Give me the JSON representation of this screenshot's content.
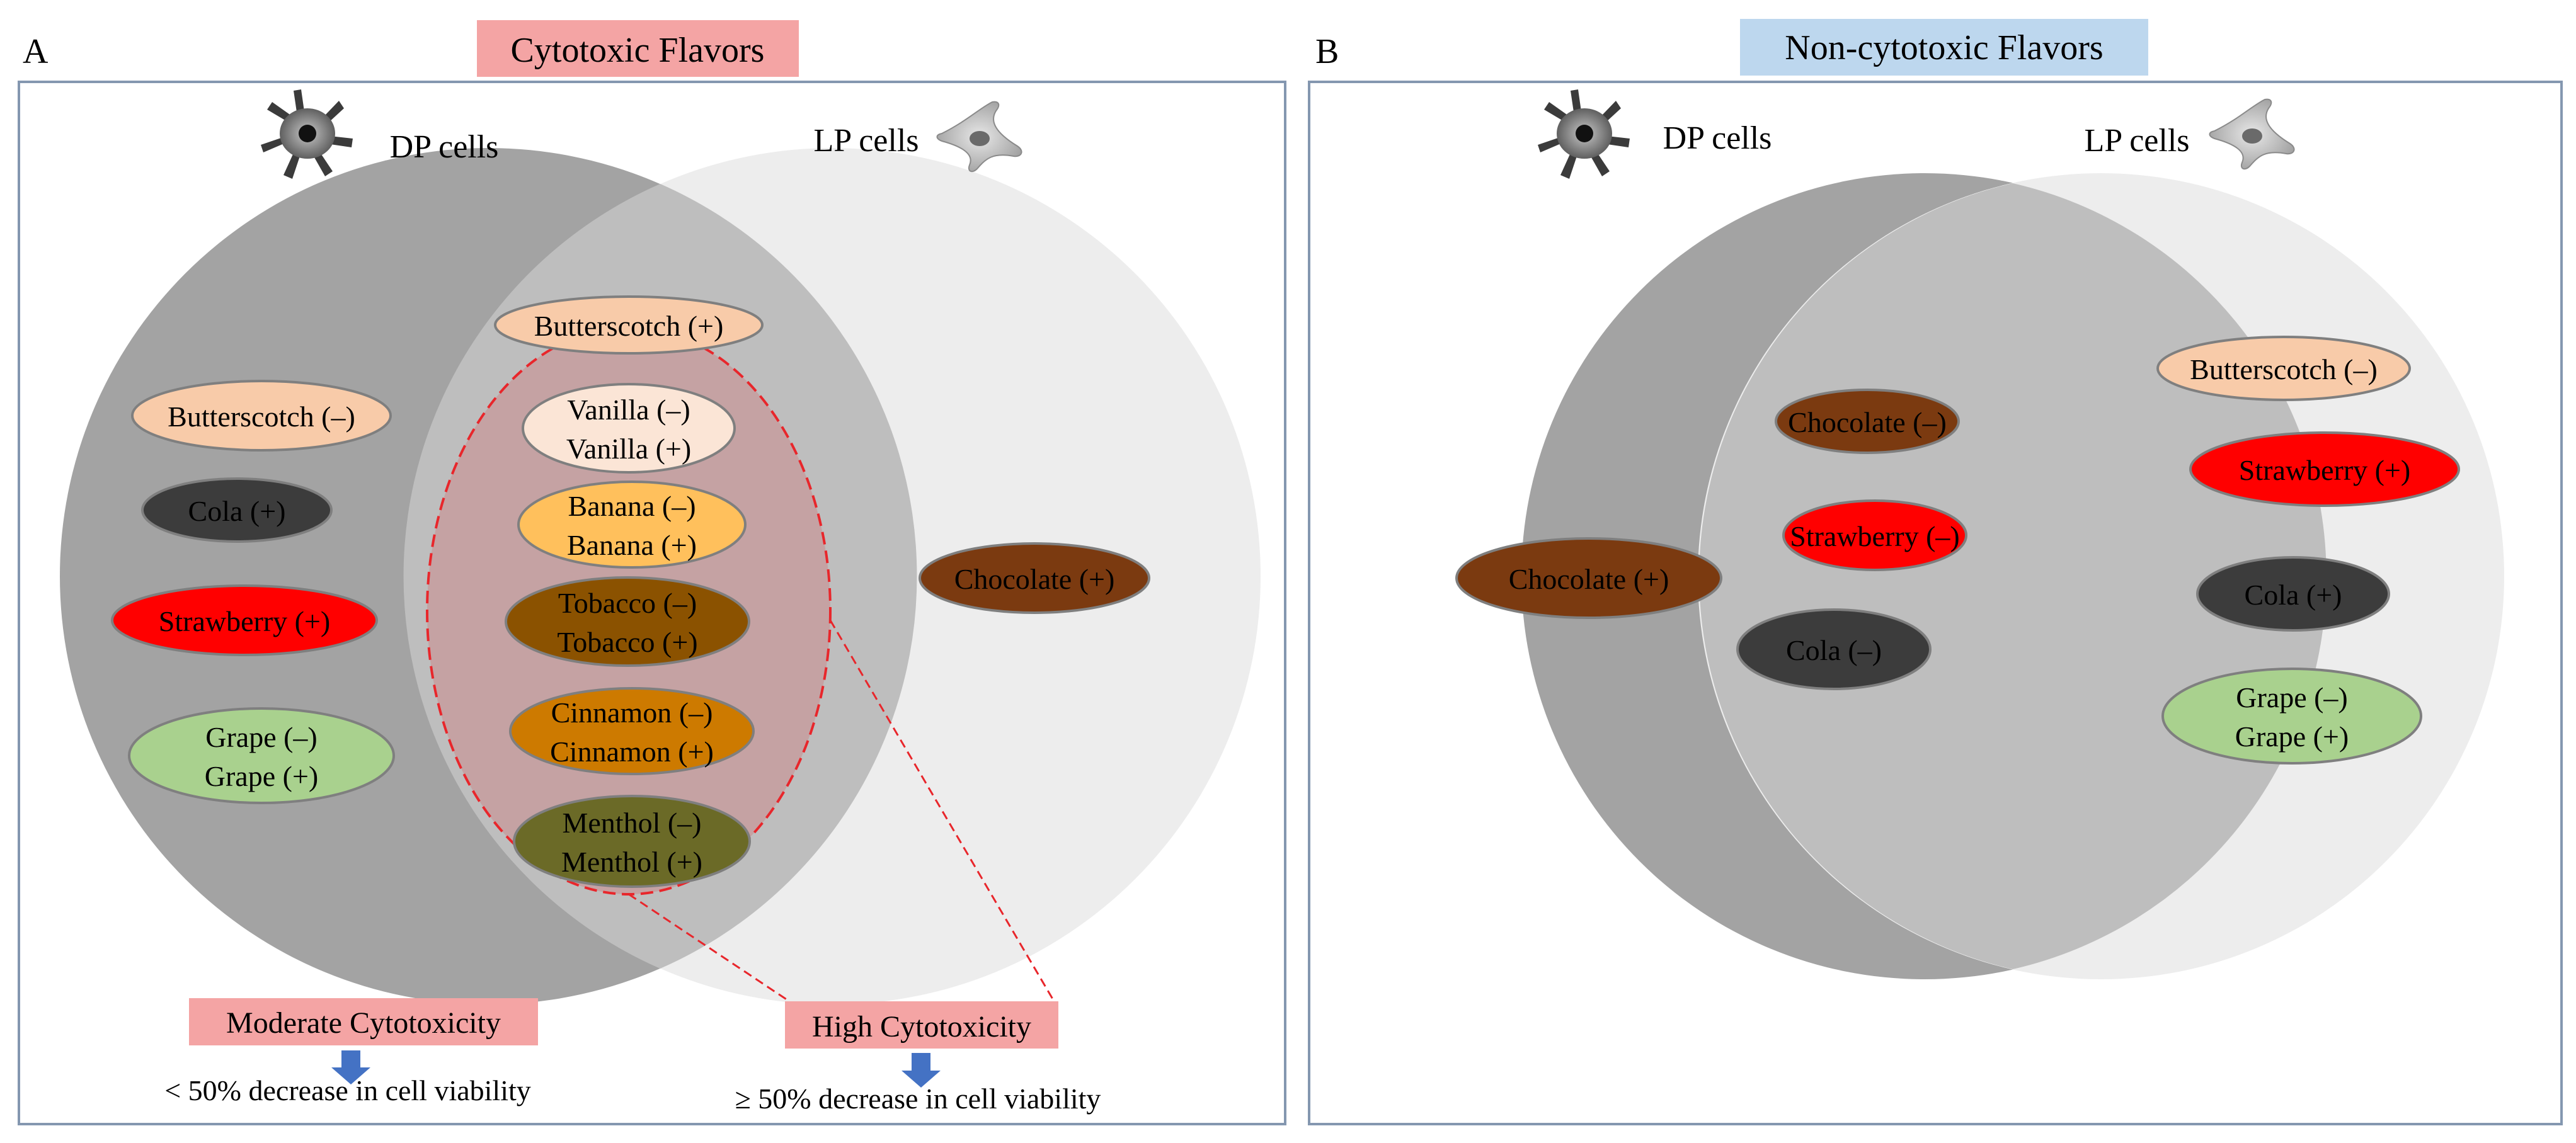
{
  "panel_a": {
    "letter": "A",
    "title": "Cytotoxic Flavors",
    "title_bg": "#f4a4a4",
    "dp_label": "DP cells",
    "lp_label": "LP cells",
    "dp_only": [
      {
        "lines": [
          "Butterscotch (–)"
        ],
        "fill": "#f8cba9",
        "text_color": "#000000"
      },
      {
        "lines": [
          "Cola (+)"
        ],
        "fill": "#3c3c3c",
        "text_color": "#000000"
      },
      {
        "lines": [
          "Strawberry (+)"
        ],
        "fill": "#ff0000",
        "text_color": "#000000"
      },
      {
        "lines": [
          "Grape (–)",
          "Grape (+)"
        ],
        "fill": "#a9d18e",
        "text_color": "#000000"
      }
    ],
    "overlap": [
      {
        "lines": [
          "Butterscotch (+)"
        ],
        "fill": "#f8cba9",
        "text_color": "#000000"
      },
      {
        "lines": [
          "Vanilla (–)",
          "Vanilla (+)"
        ],
        "fill": "#fbe5d6",
        "text_color": "#000000"
      },
      {
        "lines": [
          "Banana (–)",
          "Banana (+)"
        ],
        "fill": "#ffc05c",
        "text_color": "#000000"
      },
      {
        "lines": [
          "Tobacco (–)",
          "Tobacco (+)"
        ],
        "fill": "#8b5200",
        "text_color": "#000000"
      },
      {
        "lines": [
          "Cinnamon (–)",
          "Cinnamon (+)"
        ],
        "fill": "#cd7a00",
        "text_color": "#000000"
      },
      {
        "lines": [
          "Menthol (–)",
          "Menthol (+)"
        ],
        "fill": "#6b6a27",
        "text_color": "#000000"
      }
    ],
    "lp_only": [
      {
        "lines": [
          "Chocolate (+)"
        ],
        "fill": "#7b3a10",
        "text_color": "#000000"
      }
    ],
    "moderate_label": "Moderate Cytotoxicity",
    "moderate_desc": "< 50% decrease in cell viability",
    "high_label": "High Cytotoxicity",
    "high_desc": "≥ 50% decrease in cell viability",
    "highlight_color": "#e8262b"
  },
  "panel_b": {
    "letter": "B",
    "title": "Non-cytotoxic Flavors",
    "title_bg": "#bdd7ee",
    "dp_label": "DP cells",
    "lp_label": "LP cells",
    "dp_only": [
      {
        "lines": [
          "Chocolate (+)"
        ],
        "fill": "#7b3a10",
        "text_color": "#000000"
      }
    ],
    "overlap": [
      {
        "lines": [
          "Chocolate (–)"
        ],
        "fill": "#7b3a10",
        "text_color": "#000000"
      },
      {
        "lines": [
          "Strawberry (–)"
        ],
        "fill": "#ff0000",
        "text_color": "#000000"
      },
      {
        "lines": [
          "Cola (–)"
        ],
        "fill": "#3c3c3c",
        "text_color": "#000000"
      }
    ],
    "lp_only": [
      {
        "lines": [
          "Butterscotch (–)"
        ],
        "fill": "#f8cba9",
        "text_color": "#000000"
      },
      {
        "lines": [
          "Strawberry (+)"
        ],
        "fill": "#ff0000",
        "text_color": "#000000"
      },
      {
        "lines": [
          "Cola (+)"
        ],
        "fill": "#3c3c3c",
        "text_color": "#000000"
      },
      {
        "lines": [
          "Grape (–)",
          "Grape (+)"
        ],
        "fill": "#a9d18e",
        "text_color": "#000000"
      }
    ]
  },
  "colors": {
    "dp_circle": "#a3a3a3",
    "lp_circle": "#ededed",
    "overlap": "#bebebe",
    "frame": "#8497b0",
    "arrow": "#4472c4"
  },
  "icons": {
    "dp": "dendritic-cell-icon",
    "lp": "cell-icon"
  }
}
